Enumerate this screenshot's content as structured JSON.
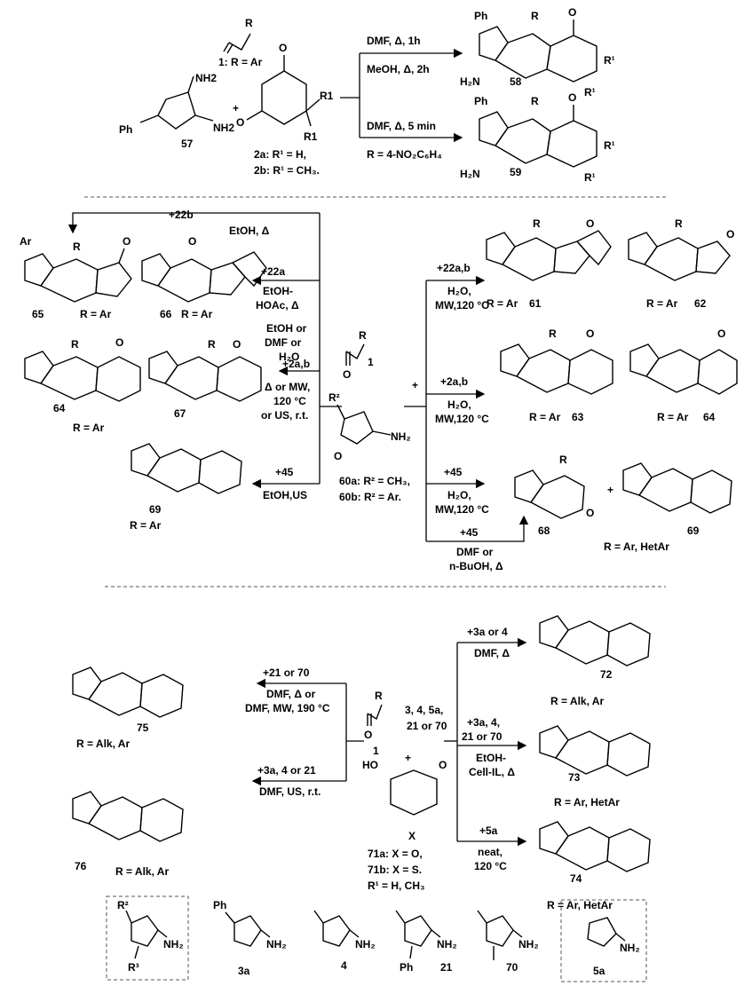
{
  "panel1": {
    "aldehyde_R": "R",
    "aldehyde_label": "1: R = Ar",
    "aminoimidazole_ph": "Ph",
    "aminoimidazole_nh2_top": "NH2",
    "aminoimidazole_nh2": "NH2",
    "aminoimidazole_num": "57",
    "plus": "+",
    "dione_r1": "R1",
    "dione_r1b": "R1",
    "label_2a": "2a: R¹ = H,",
    "label_2b": "2b: R¹ = CH₃.",
    "cond_58_top": "DMF, Δ, 1h",
    "cond_58_bottom": "MeOH, Δ, 2h",
    "cond_59_top": "DMF, Δ, 5 min",
    "cond_59_bottom": "R = 4-NO₂C₆H₄",
    "p58_ph": "Ph",
    "p58_r": "R",
    "p58_nh2": "H₂N",
    "p58_num": "58",
    "p58_r1a": "R¹",
    "p58_r1b": "R¹",
    "p59_ph": "Ph",
    "p59_r": "R",
    "p59_nh2": "H₂N",
    "p59_num": "59",
    "p59_r1a": "R¹",
    "p59_r1b": "R¹"
  },
  "panel2": {
    "center_r": "R",
    "center_num1": "1",
    "center_plus": "+",
    "center_r2": "R²",
    "center_nh2": "NH₂",
    "center_60a": "60a: R² = CH₃,",
    "center_60b": "60b: R² = Ar.",
    "arrow_22b": "+22b",
    "cond_22b": "EtOH, Δ",
    "arrow_22a_left": "+22a",
    "cond_22a_left_1": "EtOH-",
    "cond_22a_left_2": "HOAc, Δ",
    "cond_2ab_left_1": "EtOH or",
    "cond_2ab_left_2": "DMF or",
    "cond_2ab_left_3": "H₂O",
    "arrow_2ab_left": "+2a,b",
    "cond_2ab_left_4": "Δ or MW,",
    "cond_2ab_left_5": "120 °C",
    "cond_2ab_left_6": "or US, r.t.",
    "arrow_45_left": "+45",
    "cond_45_left": "EtOH,US",
    "arrow_22ab_right": "+22a,b",
    "cond_22ab_right_1": "H₂O,",
    "cond_22ab_right_2": "MW,120 °C",
    "arrow_2ab_right": "+2a,b",
    "cond_2ab_right_1": "H₂O,",
    "cond_2ab_right_2": "MW,120 °C",
    "arrow_45_right": "+45",
    "cond_45_right_1": "H₂O,",
    "cond_45_right_2": "MW,120 °C",
    "arrow_45_bottom": "+45",
    "cond_45_bottom_1": "DMF or",
    "cond_45_bottom_2": "n-BuOH,  Δ",
    "p65_ar": "Ar",
    "p65_r": "R",
    "p65_num": "65",
    "p65_rlabel": "R = Ar",
    "p66_num": "66",
    "p66_rlabel": "R = Ar",
    "p64_r": "R",
    "p64_num": "64",
    "p64_rlabel": "R = Ar",
    "p67_r": "R",
    "p67_num": "67",
    "p69_num": "69",
    "p69_rlabel": "R = Ar",
    "p61_r": "R",
    "p61_rlabel": "R = Ar",
    "p61_num": "61",
    "p62_r": "R",
    "p62_rlabel": "R = Ar",
    "p62_num": "62",
    "p63_r": "R",
    "p63_rlabel": "R = Ar",
    "p63_num": "63",
    "p64b_r": "R = Ar",
    "p64b_num": "64",
    "p68_r": "R",
    "p68_num": "68",
    "p69b_num": "69",
    "p69b_rlabel": "R = Ar, HetAr",
    "plus_mid": "+"
  },
  "panel3": {
    "center_r": "R",
    "center_num1": "1",
    "center_list_1": "3, 4, 5a,",
    "center_list_2": "21 or 70",
    "center_plus": "+",
    "center_ho": "HO",
    "center_71a": "71a: X = O,",
    "center_71b": "71b: X = S.",
    "center_r1": "R¹ = H, CH₃",
    "arrow_21_70": "+21 or 70",
    "cond_75_1": "DMF, Δ or",
    "cond_75_2": "DMF, MW,  190 °C",
    "arrow_3a_4_21": "+3a, 4 or 21",
    "cond_76": "DMF, US, r.t.",
    "arrow_3a4": "+3a or 4",
    "cond_72": "DMF, Δ",
    "arrow_73_1": "+3a, 4,",
    "arrow_73_2": "21 or 70",
    "cond_73_1": "EtOH-",
    "cond_73_2": "Cell-IL, Δ",
    "arrow_5a": "+5a",
    "cond_74_1": "neat,",
    "cond_74_2": "120 °C",
    "p75_num": "75",
    "p75_rlabel": "R = Alk, Ar",
    "p76_num": "76",
    "p76_rlabel": "R = Alk, Ar",
    "p72_num": "72",
    "p72_rlabel": "R = Alk, Ar",
    "p73_num": "73",
    "p73_rlabel": "R = Ar, HetAr",
    "p74_num": "74",
    "p74_rlabel": "R = Ar, HetAr"
  },
  "legend": {
    "generic_r2": "R²",
    "generic_r3": "R³",
    "generic_nh2": "NH₂",
    "c3a_ph": "Ph",
    "c3a_nh2": "NH₂",
    "c3a_num": "3a",
    "c4_nh2": "NH₂",
    "c4_num": "4",
    "c21_nh2": "NH₂",
    "c21_ph": "Ph",
    "c21_num": "21",
    "c70_nh2": "NH₂",
    "c70_num": "70",
    "c5a_nh2": "NH₂",
    "c5a_num": "5a"
  }
}
